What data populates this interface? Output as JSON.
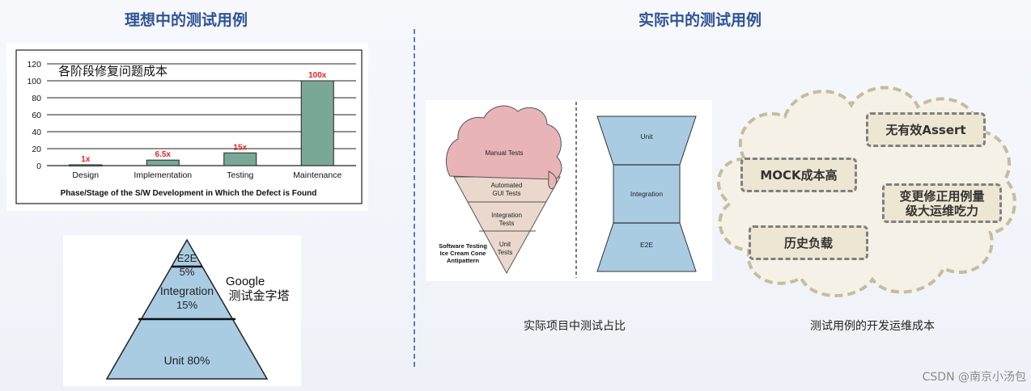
{
  "left_title": "理想中的测试用例",
  "right_title": "实际中的测试用例",
  "cost_chart": {
    "overlay_title": "各阶段修复问题成本",
    "xlabel": "Phase/Stage of the S/W Development in Which the Defect is Found",
    "y_ticks": [
      "0",
      "20",
      "40",
      "60",
      "80",
      "100",
      "120"
    ],
    "bar_color": "#7aa897",
    "label_color": "#e8231f"
  },
  "chart_data": {
    "type": "bar",
    "categories": [
      "Design",
      "Implementation",
      "Testing",
      "Maintenance"
    ],
    "values": [
      1,
      6.5,
      15,
      100
    ],
    "data_labels": [
      "1x",
      "6.5x",
      "15x",
      "100x"
    ],
    "title": "各阶段修复问题成本",
    "xlabel": "Phase/Stage of the S/W Development in Which the Defect is Found",
    "ylabel": "",
    "ylim": [
      0,
      120
    ],
    "grid": true
  },
  "pyramid": {
    "layers": [
      {
        "name": "E2E",
        "pct": "5%"
      },
      {
        "name": "Integration",
        "pct": "15%"
      },
      {
        "name": "Unit 80%",
        "pct": ""
      }
    ],
    "label_line1": "Google",
    "label_line2": "测试金字塔",
    "fill_color": "#a9cce3"
  },
  "ice_cream": {
    "scoop_label": "Manual Tests",
    "layer1_line1": "Automated",
    "layer1_line2": "GUI Tests",
    "layer2_line1": "Integration",
    "layer2_line2": "Tests",
    "layer3_line1": "Unit",
    "layer3_line2": "Tests",
    "caption_line1": "Software Testing",
    "caption_line2": "Ice Cream Cone",
    "caption_line3": "Antipattern",
    "scoop_color": "#e8b4b8",
    "cone_color": "#ead8cc"
  },
  "hourglass": {
    "top": "Unit",
    "middle": "Integration",
    "bottom": "E2E",
    "fill_color": "#a9cce3"
  },
  "caption_ratio": "实际项目中测试占比",
  "caption_cost": "测试用例的开发运维成本",
  "cloud_items": {
    "assert": "无有效Assert",
    "mock": "MOCK成本高",
    "change_line1": "变更修正用例量",
    "change_line2": "级大运维吃力",
    "history": "历史负载"
  },
  "cloud_color": "#c5bd9c",
  "watermark": "CSDN @南京小汤包"
}
